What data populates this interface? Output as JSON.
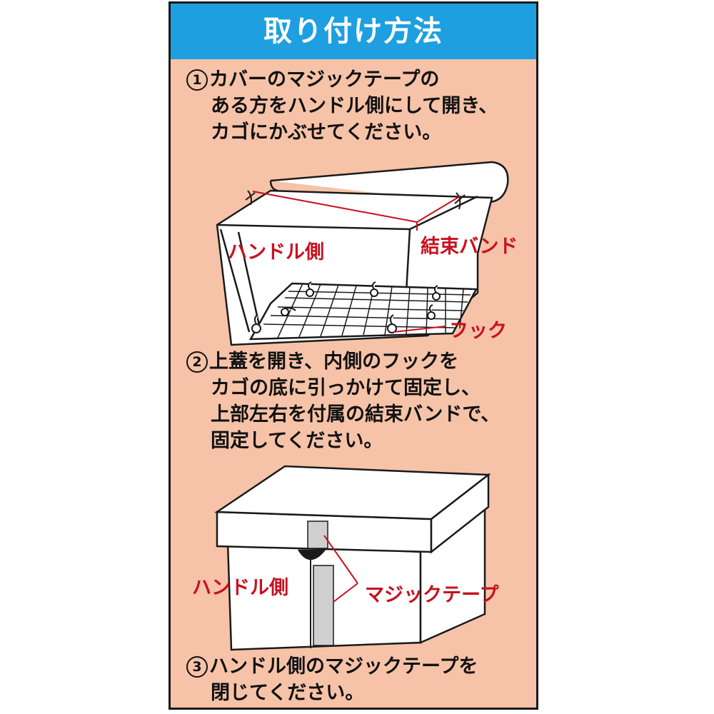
{
  "title": "取り付け方法",
  "steps": [
    {
      "number": "1",
      "lines": [
        "カバーのマジックテープの",
        "ある方をハンドル側にして開き、",
        "カゴにかぶせてください。"
      ]
    },
    {
      "number": "2",
      "lines": [
        "上蓋を開き、内側のフックを",
        "カゴの底に引っかけて固定し、",
        "上部左右を付属の結束バンドで、",
        "固定してください。"
      ]
    },
    {
      "number": "3",
      "lines": [
        "ハンドル側のマジックテープを",
        "閉じてください。"
      ]
    }
  ],
  "diagram1": {
    "label_handle_side": "ハンドル側",
    "label_cable_tie": "結束バンド",
    "label_hook": "フック"
  },
  "diagram2": {
    "label_handle_side": "ハンドル側",
    "label_velcro": "マジックテープ"
  },
  "colors": {
    "background": "#f6c3a8",
    "title_bar": "#1e9fe0",
    "label_red": "#c8101e",
    "line": "#1a1a1a",
    "velcro_gray": "#cfcfcf"
  }
}
